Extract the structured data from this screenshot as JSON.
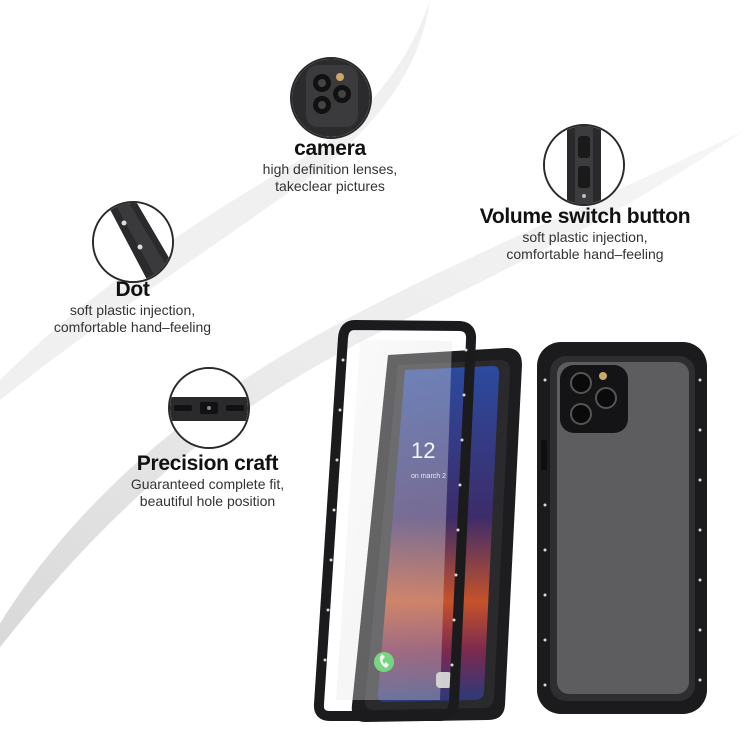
{
  "features": {
    "camera": {
      "title": "camera",
      "line1": "high definition lenses,",
      "line2": "takeclear pictures",
      "icon": "camera-icon"
    },
    "volume": {
      "title": "Volume switch button",
      "line1": "soft plastic injection,",
      "line2": "comfortable hand–feeling",
      "icon": "volume-button-icon"
    },
    "dot": {
      "title": "Dot",
      "line1": "soft plastic injection,",
      "line2": "comfortable hand–feeling",
      "icon": "dot-icon"
    },
    "precision": {
      "title": "Precision craft",
      "line1": "Guaranteed complete fit,",
      "line2": "beautiful hole position",
      "icon": "port-icon"
    }
  },
  "screen": {
    "time": "12",
    "date": "on march 2"
  },
  "colors": {
    "case": "#1b1b1d",
    "swoosh": "#e6e6e6",
    "screen_top": "#2b3a8c",
    "screen_bottom": "#d2552a",
    "call_green": "#3ccf4e"
  }
}
